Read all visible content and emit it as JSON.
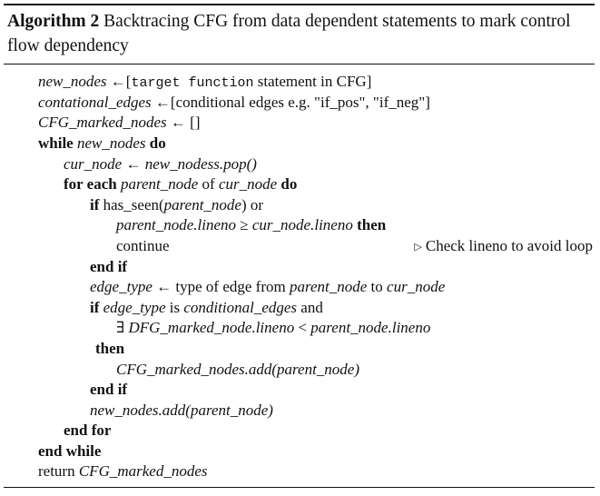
{
  "caption": {
    "label": "Algorithm 2",
    "text": "Backtracing CFG from data dependent statements to mark control flow dependency"
  },
  "lines": [
    {
      "var": "new_nodes",
      "op": " ←[",
      "mono": "target function",
      "rest": " statement in CFG]"
    },
    {
      "var": "contational_edges",
      "op": " ←[conditional edges e.g. \"if_pos\", \"if_neg\"]"
    },
    {
      "var": "CFG_marked_nodes",
      "op": " ← []"
    },
    {
      "kw1": "while",
      "var": "new_nodes",
      "kw2": "do"
    },
    {
      "var": "cur_node",
      "op": " ← ",
      "var2": "new_nodess.pop()"
    },
    {
      "kw1": "for each",
      "var": "parent_node",
      "mid": " of ",
      "var2": "cur_node",
      "kw2": "do"
    },
    {
      "kw1": "if",
      "plain": " has_seen(",
      "var": "parent_node",
      "plain2": ") or"
    },
    {
      "var": "parent_node.lineno",
      "op": " ≥ ",
      "var2": "cur_node.lineno",
      "kw2": "then"
    },
    {
      "plain": "continue",
      "comment": "Check lineno to avoid loop"
    },
    {
      "kw1": "end if"
    },
    {
      "var": "edge_type",
      "op": " ← type of edge from ",
      "var2": "parent_node",
      "mid": " to ",
      "var3": "cur_node"
    },
    {
      "kw1": "if",
      "var": "edge_type",
      "mid": " is ",
      "var2": "conditional_edges",
      "plain": " and"
    },
    {
      "op": "∃ ",
      "var": "DFG_marked_node.lineno",
      "mid": " < ",
      "var2": "parent_node.lineno"
    },
    {
      "kw1": "then"
    },
    {
      "var": "CFG_marked_nodes.add(parent_node)"
    },
    {
      "kw1": "end if"
    },
    {
      "var": "new_nodes.add(parent_node)"
    },
    {
      "kw1": "end for"
    },
    {
      "kw1": "end while"
    },
    {
      "plain": "return ",
      "var": "CFG_marked_nodes"
    }
  ]
}
